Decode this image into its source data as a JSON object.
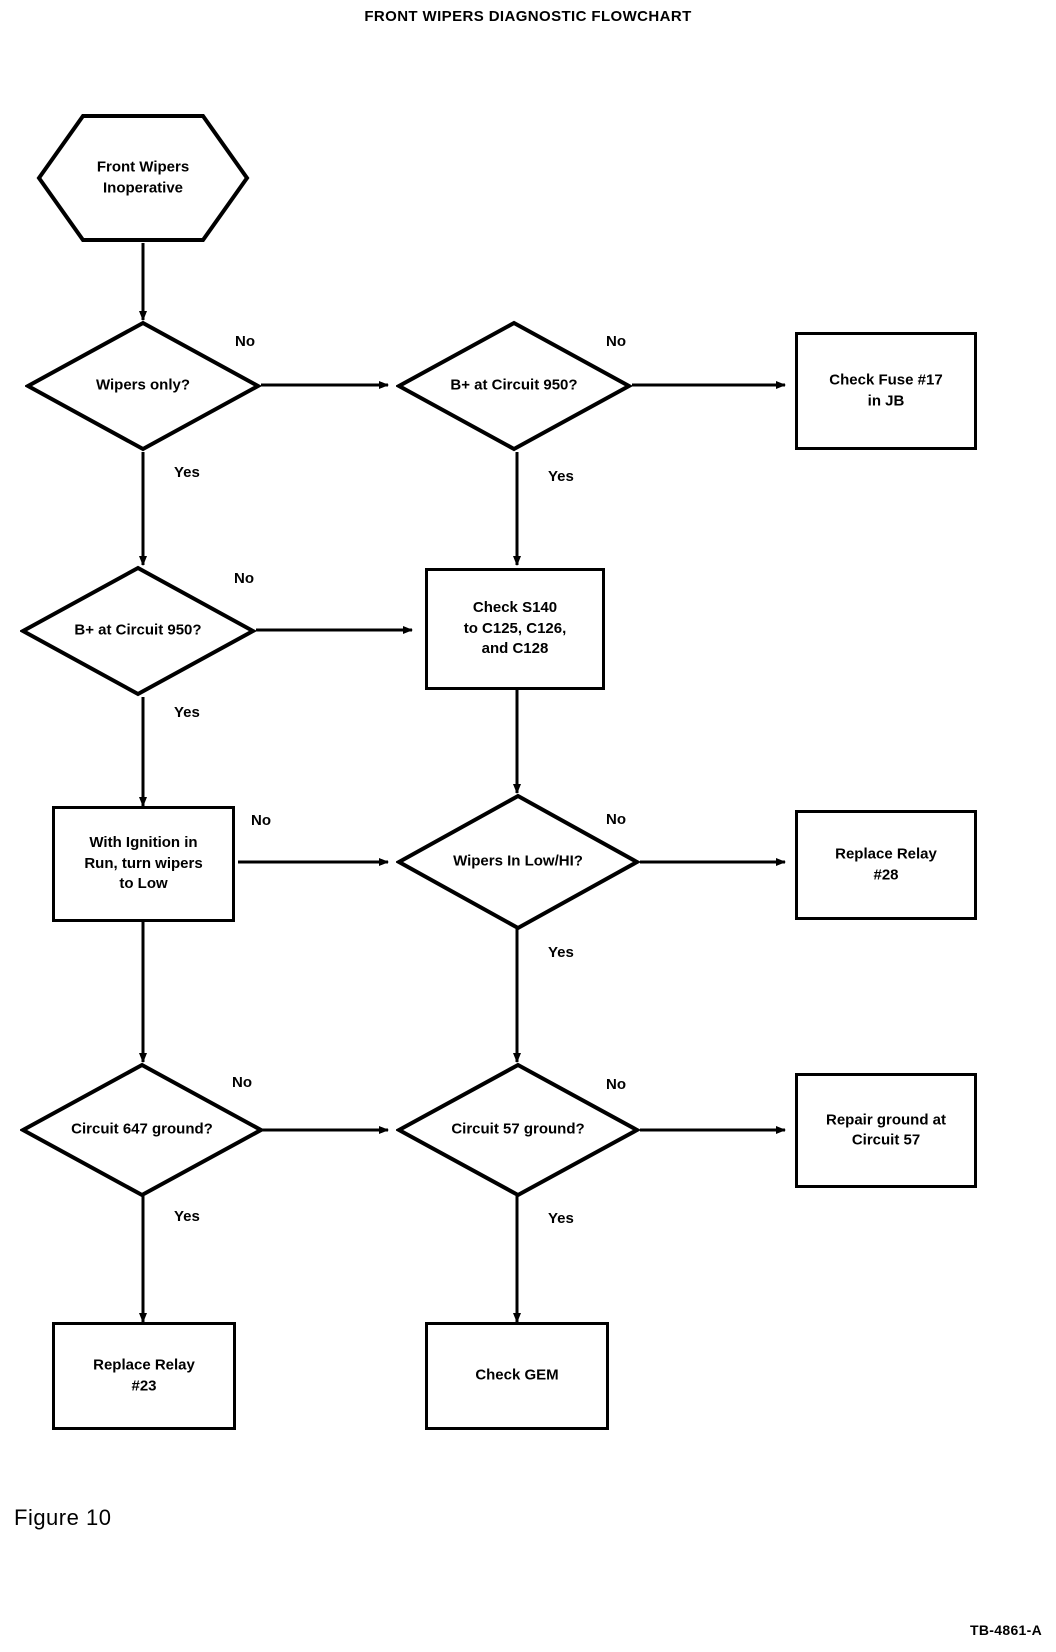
{
  "title": "FRONT WIPERS DIAGNOSTIC FLOWCHART",
  "footer": {
    "figure": "Figure 10",
    "code": "TB-4861-A"
  },
  "colors": {
    "ink": "#000000",
    "paper": "#ffffff"
  },
  "nodes": {
    "start": {
      "label": "Front Wipers\nInoperative",
      "shape": "hexagon"
    },
    "wipers_only": {
      "label": "Wipers only?",
      "shape": "diamond"
    },
    "bplus_950_top": {
      "label": "B+ at Circuit 950?",
      "shape": "diamond"
    },
    "check_fuse": {
      "label": "Check Fuse #17\nin JB",
      "shape": "box"
    },
    "bplus_950_left": {
      "label": "B+ at Circuit 950?",
      "shape": "diamond"
    },
    "check_s140": {
      "label": "Check S140\nto C125, C126,\nand C128",
      "shape": "box"
    },
    "ignition_run": {
      "label": "With Ignition in\nRun, turn wipers\nto Low",
      "shape": "box"
    },
    "wipers_low_hi": {
      "label": "Wipers In Low/HI?",
      "shape": "diamond"
    },
    "replace_relay_28": {
      "label": "Replace Relay\n#28",
      "shape": "box"
    },
    "circuit_647_ground": {
      "label": "Circuit 647 ground?",
      "shape": "diamond"
    },
    "circuit_57_ground": {
      "label": "Circuit 57 ground?",
      "shape": "diamond"
    },
    "repair_ground_57": {
      "label": "Repair ground at\nCircuit 57",
      "shape": "box"
    },
    "replace_relay_23": {
      "label": "Replace Relay\n#23",
      "shape": "box"
    },
    "check_gem": {
      "label": "Check GEM",
      "shape": "box"
    }
  },
  "edge_labels": {
    "wipers_only_no": "No",
    "wipers_only_yes": "Yes",
    "bplus_top_no": "No",
    "bplus_top_yes": "Yes",
    "bplus_left_no": "No",
    "bplus_left_yes": "Yes",
    "low_hi_no": "No",
    "low_hi_yes": "Yes",
    "c647_no": "No",
    "c647_yes": "Yes",
    "c57_no": "No",
    "c57_yes": "Yes"
  }
}
